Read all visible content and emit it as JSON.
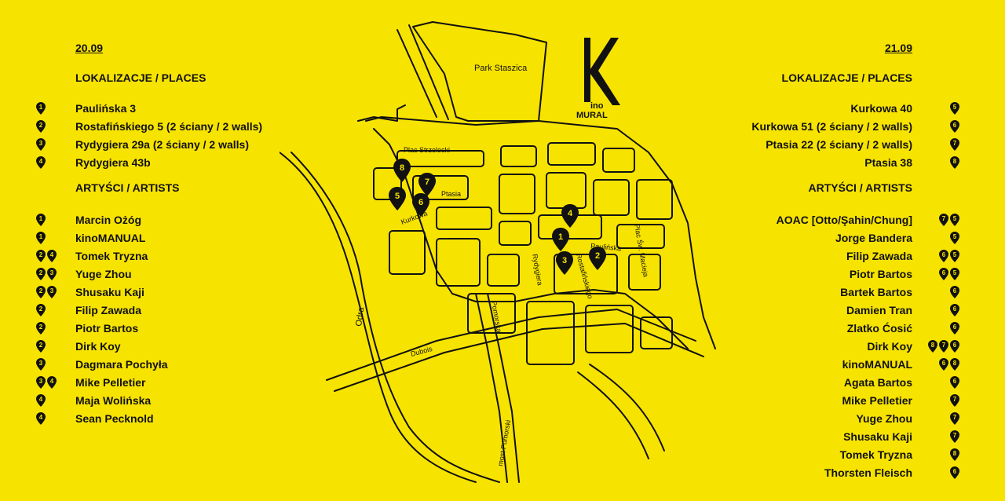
{
  "left": {
    "date": "20.09",
    "places_heading": "LOKALIZACJE / PLACES",
    "places": [
      {
        "label": "Paulińska 3",
        "pins": [
          "1"
        ]
      },
      {
        "label": "Rostafińskiego 5 (2 ściany / 2 walls)",
        "pins": [
          "2"
        ]
      },
      {
        "label": "Rydygiera 29a (2 ściany / 2 walls)",
        "pins": [
          "3"
        ]
      },
      {
        "label": "Rydygiera 43b",
        "pins": [
          "4"
        ]
      }
    ],
    "artists_heading": "ARTYŚCI  / ARTISTS",
    "artists": [
      {
        "label": "Marcin Ożóg",
        "pins": [
          "1"
        ]
      },
      {
        "label": "kinoMANUAL",
        "pins": [
          "1"
        ]
      },
      {
        "label": "Tomek Tryzna",
        "pins": [
          "2",
          "4"
        ]
      },
      {
        "label": "Yuge Zhou",
        "pins": [
          "2",
          "3"
        ]
      },
      {
        "label": "Shusaku Kaji",
        "pins": [
          "2",
          "3"
        ]
      },
      {
        "label": "Filip Zawada",
        "pins": [
          "2"
        ]
      },
      {
        "label": "Piotr Bartos",
        "pins": [
          "2"
        ]
      },
      {
        "label": "Dirk Koy",
        "pins": [
          "2"
        ]
      },
      {
        "label": "Dagmara Pochyła",
        "pins": [
          "3"
        ]
      },
      {
        "label": "Mike Pelletier",
        "pins": [
          "3",
          "4"
        ]
      },
      {
        "label": "Maja Wolińska",
        "pins": [
          "4"
        ]
      },
      {
        "label": "Sean Pecknold",
        "pins": [
          "4"
        ]
      }
    ]
  },
  "right": {
    "date": "21.09",
    "places_heading": "LOKALIZACJE / PLACES",
    "places": [
      {
        "label": "Kurkowa 40",
        "pins": [
          "5"
        ]
      },
      {
        "label": "Kurkowa 51 (2 ściany / 2 walls)",
        "pins": [
          "6"
        ]
      },
      {
        "label": "Ptasia 22 (2 ściany / 2 walls)",
        "pins": [
          "7"
        ]
      },
      {
        "label": "Ptasia 38",
        "pins": [
          "8"
        ]
      }
    ],
    "artists_heading": "ARTYŚCI  / ARTISTS",
    "artists": [
      {
        "label": "AOAC [Otto/Şahin/Chung]",
        "pins": [
          "7",
          "5"
        ]
      },
      {
        "label": "Jorge Bandera",
        "pins": [
          "5"
        ]
      },
      {
        "label": "Filip Zawada",
        "pins": [
          "6",
          "5"
        ]
      },
      {
        "label": "Piotr Bartos",
        "pins": [
          "6",
          "5"
        ]
      },
      {
        "label": "Bartek Bartos",
        "pins": [
          "6"
        ]
      },
      {
        "label": "Damien Tran",
        "pins": [
          "6"
        ]
      },
      {
        "label": "Zlatko Ćosić",
        "pins": [
          "6"
        ]
      },
      {
        "label": "Dirk Koy",
        "pins": [
          "8",
          "7",
          "6"
        ]
      },
      {
        "label": "kinoMANUAL",
        "pins": [
          "6",
          "8"
        ]
      },
      {
        "label": "Agata Bartos",
        "pins": [
          "6"
        ]
      },
      {
        "label": "Mike Pelletier",
        "pins": [
          "7"
        ]
      },
      {
        "label": "Yuge Zhou",
        "pins": [
          "7"
        ]
      },
      {
        "label": "Shusaku Kaji",
        "pins": [
          "7"
        ]
      },
      {
        "label": "Tomek Tryzna",
        "pins": [
          "8"
        ]
      },
      {
        "label": "Thorsten Fleisch",
        "pins": [
          "6"
        ]
      }
    ]
  },
  "map": {
    "labels": {
      "park": "Park Staszica",
      "plac_strzelecki": "Plac Strzelecki",
      "ptasia": "Ptasia",
      "kurkowa": "Kurkowa",
      "paulinska": "Paulińska",
      "rydygiera": "Rydygiera",
      "rostafinskiego": "Rostafińskiego",
      "plac_macieja": "Plac Św. Macieja",
      "pomorska": "Pomorska",
      "dubois": "Dubois",
      "odra": "Odra",
      "most": "most Pomorski"
    },
    "pins": [
      "1",
      "2",
      "3",
      "4",
      "5",
      "6",
      "7",
      "8"
    ]
  },
  "logo": {
    "letter": "K",
    "line1": "ino",
    "line2": "MURAL"
  },
  "colors": {
    "background": "#f7e300",
    "ink": "#111111"
  }
}
